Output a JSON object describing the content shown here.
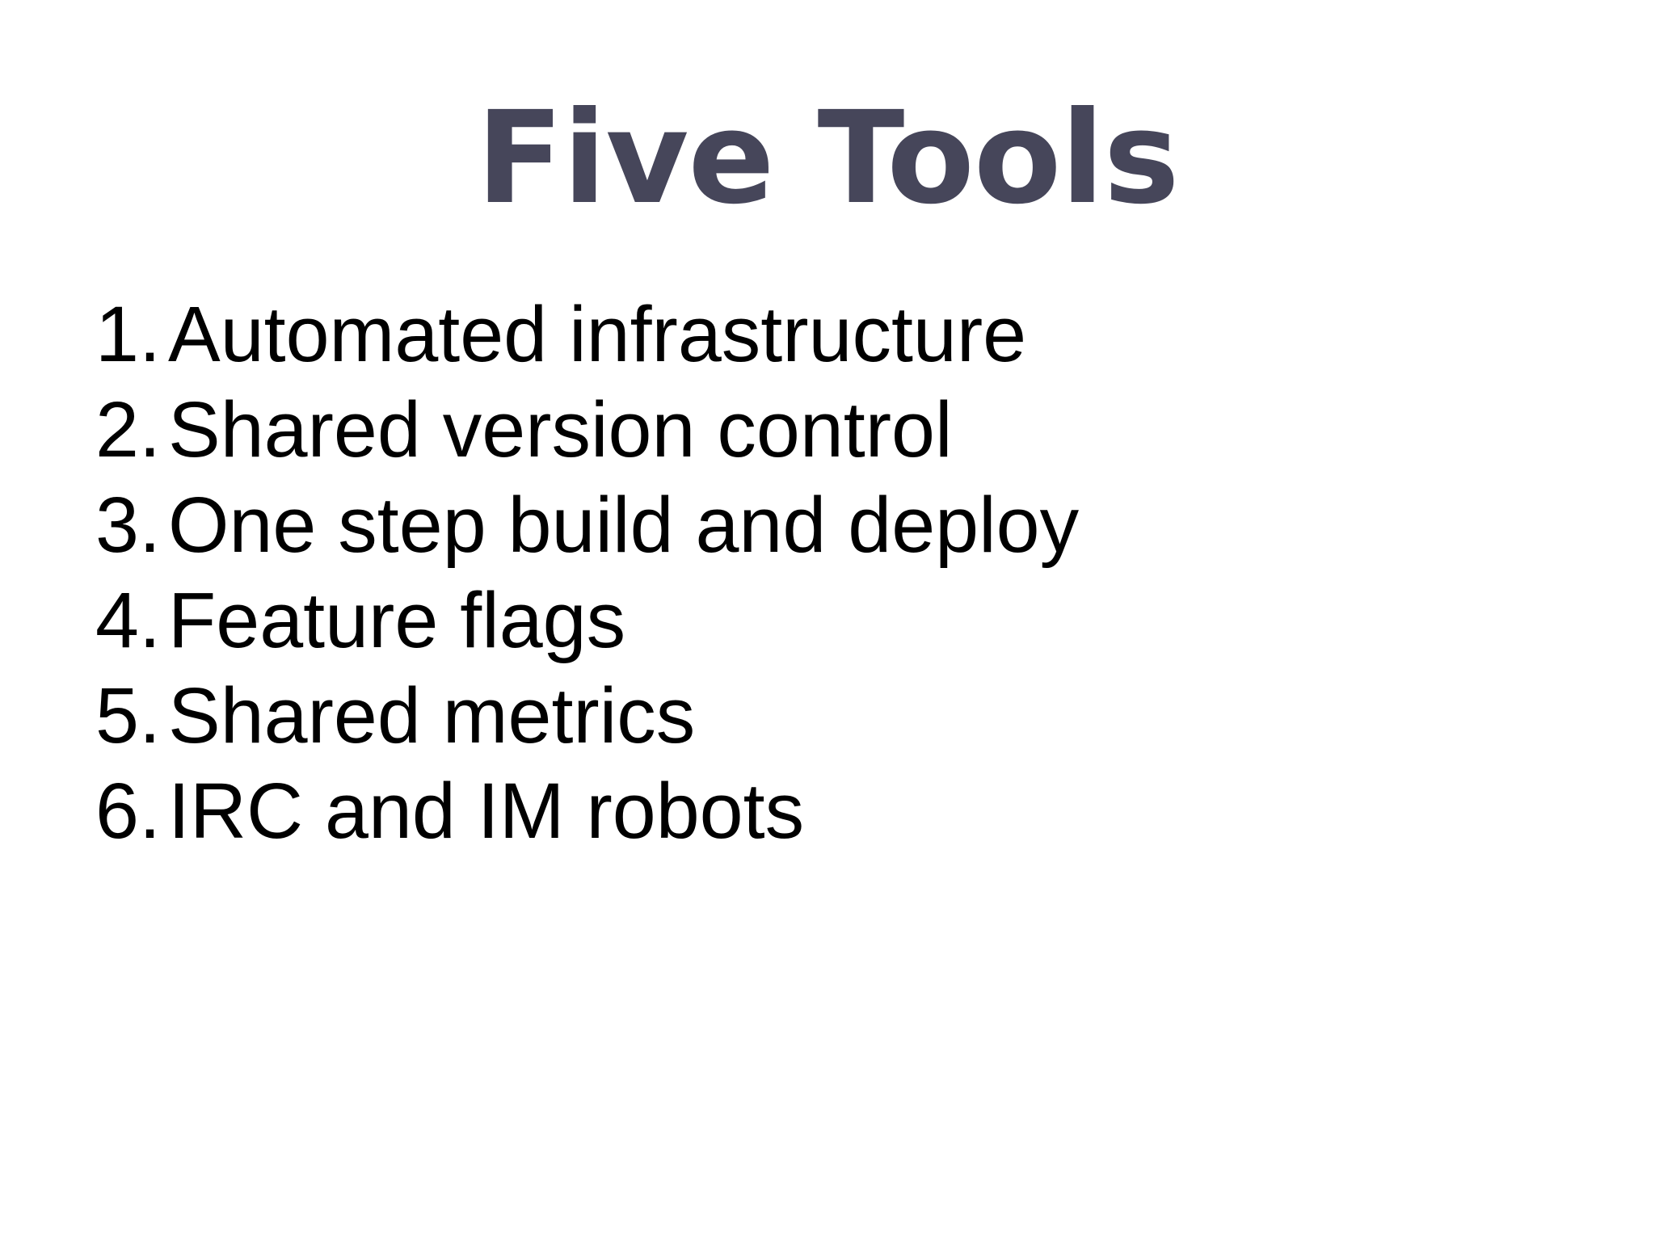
{
  "slide": {
    "title": "Five Tools",
    "title_color": "#46465a",
    "body_color": "#000000",
    "background_color": "#ffffff",
    "list": [
      {
        "marker": "1.",
        "text": "Automated infrastructure"
      },
      {
        "marker": "2.",
        "text": "Shared version control"
      },
      {
        "marker": "3.",
        "text": "One step build and deploy"
      },
      {
        "marker": "4.",
        "text": "Feature flags"
      },
      {
        "marker": "5.",
        "text": "Shared metrics"
      },
      {
        "marker": "6.",
        "text": "IRC and IM robots"
      }
    ]
  }
}
